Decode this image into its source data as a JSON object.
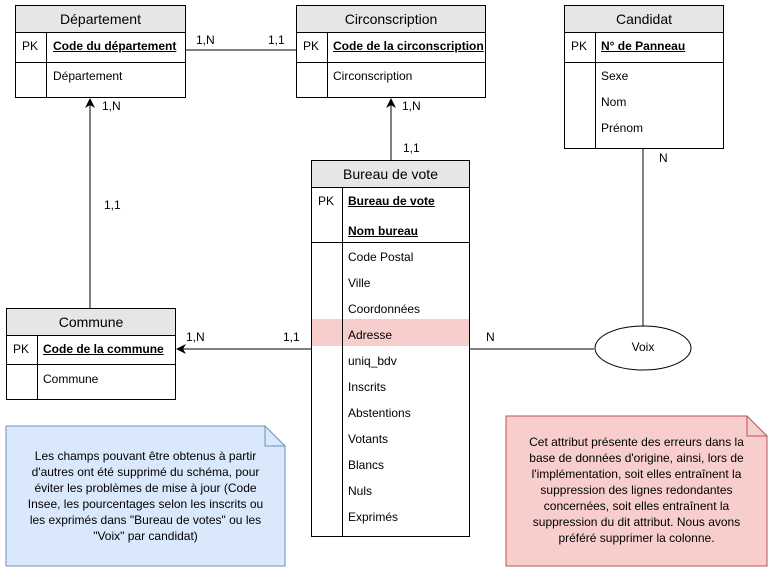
{
  "entities": {
    "departement": {
      "title": "Département",
      "pk": "PK",
      "key": "Code du département",
      "attrs": [
        "Département"
      ]
    },
    "circonscription": {
      "title": "Circonscription",
      "pk": "PK",
      "key": "Code de la circonscription",
      "attrs": [
        "Circonscription"
      ]
    },
    "candidat": {
      "title": "Candidat",
      "pk": "PK",
      "key": "N° de Panneau",
      "attrs": [
        "Sexe",
        "Nom",
        "Prénom"
      ]
    },
    "bureau": {
      "title": "Bureau de vote",
      "pk": "PK",
      "keys": [
        "Bureau de vote",
        "Nom bureau"
      ],
      "attrs": [
        "Code Postal",
        "Ville",
        "Coordonnées",
        "Adresse",
        "uniq_bdv",
        "Inscrits",
        "Abstentions",
        "Votants",
        "Blancs",
        "Nuls",
        "Exprimés"
      ]
    },
    "commune": {
      "title": "Commune",
      "pk": "PK",
      "key": "Code de la commune",
      "attrs": [
        "Commune"
      ]
    }
  },
  "relationship": {
    "label": "Voix"
  },
  "cardinalities": {
    "circ_to_dep_near_dep": "1,N",
    "circ_to_dep_near_circ": "1,1",
    "bureau_to_circ_near_circ": "1,N",
    "bureau_to_circ_near_bureau": "1,1",
    "commune_to_dep_near_dep": "1,N",
    "commune_to_dep_near_commune": "1,1",
    "bureau_to_commune_near_commune": "1,N",
    "bureau_to_commune_near_bureau": "1,1",
    "candidat_voix": "N",
    "bureau_voix": "N"
  },
  "notes": {
    "blue": "Les champs pouvant être obtenus à partir d'autres ont été supprimé du schéma, pour éviter les problèmes de mise à jour (Code Insee, les pourcentages selon les inscrits ou les exprimés dans \"Bureau de votes\" ou les \"Voix\" par candidat)",
    "red": "Cet attribut présente des erreurs dans la base de données d'origine, ainsi, lors de l'implémentation, soit elles entraînent la suppression des lignes redondantes concernées, soit elles entraînent la suppression du dit attribut. Nous avons préféré supprimer la colonne."
  },
  "colors": {
    "entity_header": "#e6e6e6",
    "highlight": "#f8cecc",
    "note_blue_fill": "#dae8fc",
    "note_blue_stroke": "#6c8ebf",
    "note_red_fill": "#f8cecc",
    "note_red_stroke": "#b85450"
  }
}
